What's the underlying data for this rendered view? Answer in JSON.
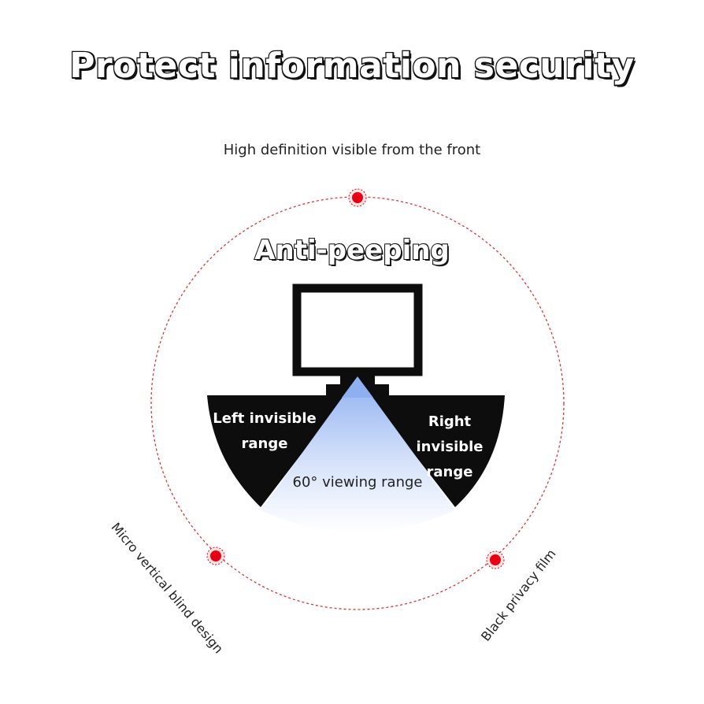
{
  "headline": "Protect information security",
  "subheadline": "High definition visible from the front",
  "center_title": "Anti-peeping",
  "left_zone": {
    "line1": "Left invisible",
    "line2": "range"
  },
  "right_zone": {
    "line1": "Right invisible",
    "line2": "range"
  },
  "viewing_range": "60° viewing range",
  "bottom_left_label": "Micro vertical blind design",
  "bottom_right_label": "Black privacy film",
  "colors": {
    "accent": "#e60012",
    "ring": "#d9343a",
    "ink": "#111111",
    "cone": "#9bb8f2"
  },
  "icons": [
    "monitor-icon",
    "red-dot-marker"
  ]
}
